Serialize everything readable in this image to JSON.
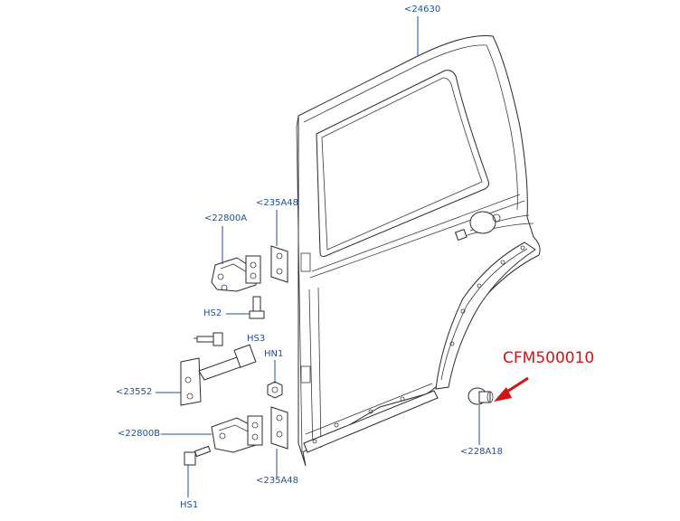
{
  "labels": {
    "door_shell": "<24630",
    "check_strap_top_part": "<235A48",
    "upper_hinge": "<22800A",
    "screw_hs2": "HS2",
    "screw_hs3": "HS3",
    "nut_hn1": "HN1",
    "check_strap": "<23552",
    "lower_hinge": "<22800B",
    "check_strap_bottom_part": "<235A48",
    "screw_hs1": "HS1",
    "bumper_stop": "<228A18"
  },
  "highlight": {
    "part_number": "CFM500010",
    "color": "#d41414"
  },
  "colors": {
    "label": "#1f4f9c",
    "line": "#2a2a2a"
  }
}
